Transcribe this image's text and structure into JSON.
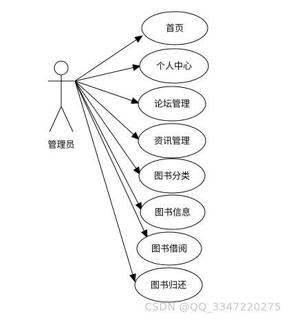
{
  "actor": {
    "label": "管理员"
  },
  "use_cases": [
    {
      "label": "首页"
    },
    {
      "label": "个人中心"
    },
    {
      "label": "论坛管理"
    },
    {
      "label": "资讯管理"
    },
    {
      "label": "图书分类"
    },
    {
      "label": "图书信息"
    },
    {
      "label": "图书借阅"
    },
    {
      "label": "图书归还"
    }
  ],
  "watermark": "CSDN @QQ_3347220275",
  "colors": {
    "stroke": "#000000",
    "watermark": "#c8c8c8"
  }
}
